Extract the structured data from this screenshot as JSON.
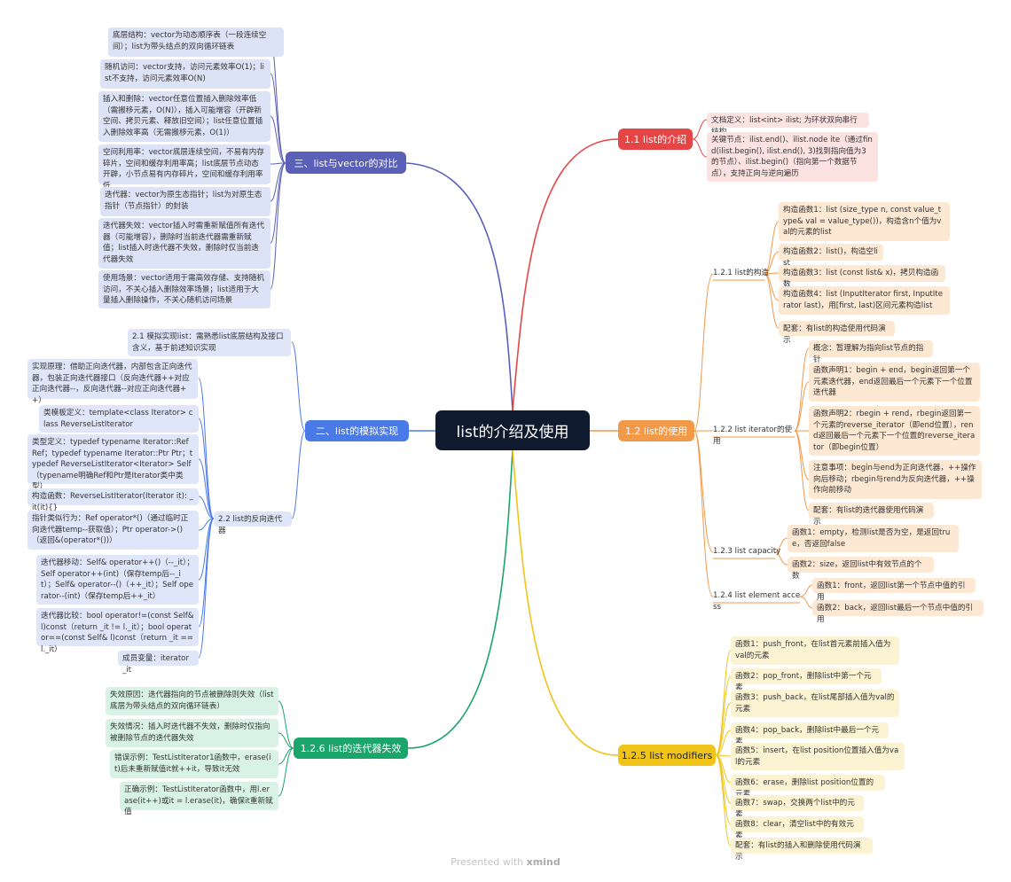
{
  "root": "list的介绍及使用",
  "footer": {
    "prefix": "Presented with",
    "brand": "xmind"
  },
  "colors": {
    "purple": "#5a5fb8",
    "blue": "#4a7ae8",
    "green": "#1aa56a",
    "red": "#e64545",
    "orange": "#f2994a",
    "yellow": "#f0c419",
    "root": "#0f1a2e"
  },
  "b3": {
    "title": "三、list与vector的对比",
    "items": [
      "底层结构：vector为动态顺序表（一段连续空间）；list为带头结点的双向循环链表",
      "随机访问：vector支持，访问元素效率O(1)；list不支持，访问元素效率O(N)",
      "插入和删除：vector任意位置插入删除效率低（需搬移元素，O(N)），插入可能增容（开辟新空间、拷贝元素、释放旧空间）；list任意位置插入删除效率高（无需搬移元素，O(1)）",
      "空间利用率：vector底层连续空间，不易有内存碎片，空间和缓存利用率高；list底层节点动态开辟，小节点易有内存碎片，空间和缓存利用率低",
      "迭代器：vector为原生态指针；list为对原生态指针（节点指针）的封装",
      "迭代器失效：vector插入时需重新赋值所有迭代器（可能增容），删除时当前迭代器需重新赋值；list插入时迭代器不失效，删除时仅当前迭代器失效",
      "使用场景：vector适用于需高效存储、支持随机访问，不关心插入删除效率场景；list适用于大量插入删除操作，不关心随机访问场景"
    ]
  },
  "b2": {
    "title": "二、list的模拟实现",
    "s1": "2.1 模拟实现list：需熟悉list底层结构及接口含义，基于前述知识实现",
    "s2": {
      "label": "2.2 list的反向迭代器",
      "items": [
        "实现原理：借助正向迭代器，内部包含正向迭代器，包装正向迭代器接口（反向迭代器++对应正向迭代器--，反向迭代器--对应正向迭代器++）",
        "类模板定义：template<class Iterator> class ReverseListIterator",
        "类型定义：typedef typename Iterator::Ref Ref；typedef typename Iterator::Ptr Ptr；typedef ReverseListIterator<Iterator> Self（typename明确Ref和Ptr是Iterator类中类型）",
        "构造函数：ReverseListIterator(Iterator it): _it(it){}",
        "指针类似行为：Ref operator*()（通过临时正向迭代器temp--获取值）；Ptr operator->()（返回&(operator*())）",
        "迭代器移动：Self& operator++()（--_it）；Self operator++(int)（保存temp后--_it）；Self& operator--()（++_it）；Self operator--(int)（保存temp后++_it）",
        "迭代器比较：bool operator!=(const Self& l)const（return _it != l._it）；bool operator==(const Self& l)const（return _it == l._it）",
        "成员变量：iterator _it"
      ]
    }
  },
  "b6": {
    "title": "1.2.6 list的迭代器失效",
    "items": [
      "失效原因：迭代器指向的节点被删除则失效（list底层为带头结点的双向循环链表）",
      "失效情况：插入时迭代器不失效，删除时仅指向被删除节点的迭代器失效",
      "错误示例：TestListIterator1函数中，erase(it)后未重新赋值it就++it，导致it无效",
      "正确示例：TestListIterator函数中，用l.erase(it++)或it = l.erase(it)，确保it重新赋值"
    ]
  },
  "b1": {
    "title": "1.1 list的介绍",
    "items": [
      "文档定义：list<int> ilist; 为环状双向串行结构",
      "关键节点：ilist.end()、ilist.node ite（通过find(ilist.begin(), ilist.end(), 3)找到指向值为3的节点）、ilist.begin()（指向第一个数据节点），支持正向与逆向遍历"
    ]
  },
  "b12": {
    "title": "1.2 list的使用",
    "s1": {
      "label": "1.2.1 list的构造",
      "items": [
        "构造函数1：list (size_type n, const value_type& val = value_type())，构造含n个值为val的元素的list",
        "构造函数2：list()，构造空list",
        "构造函数3：list (const list& x)，拷贝构造函数",
        "构造函数4：list (InputIterator first, InputIterator last)，用[first, last)区间元素构造list",
        "配套：有list的构造使用代码演示"
      ]
    },
    "s2": {
      "label": "1.2.2 list iterator的使用",
      "items": [
        "概念：暂理解为指向list节点的指针",
        "函数声明1：begin + end，begin返回第一个元素迭代器，end返回最后一个元素下一个位置迭代器",
        "函数声明2：rbegin + rend，rbegin返回第一个元素的reverse_iterator（即end位置），rend返回最后一个元素下一个位置的reverse_iterator（即begin位置）",
        "注意事项：begin与end为正向迭代器，++操作向后移动；rbegin与rend为反向迭代器，++操作向前移动",
        "配套：有list的迭代器使用代码演示"
      ]
    },
    "s3": {
      "label": "1.2.3 list capacity",
      "items": [
        "函数1：empty，检测list是否为空，是返回true，否返回false",
        "函数2：size，返回list中有效节点的个数"
      ]
    },
    "s4": {
      "label": "1.2.4 list element access",
      "items": [
        "函数1：front，返回list第一个节点中值的引用",
        "函数2：back，返回list最后一个节点中值的引用"
      ]
    }
  },
  "b5": {
    "title": "1.2.5 list modifiers",
    "items": [
      "函数1：push_front，在list首元素前插入值为val的元素",
      "函数2：pop_front，删除list中第一个元素",
      "函数3：push_back，在list尾部插入值为val的元素",
      "函数4：pop_back，删除list中最后一个元素",
      "函数5：insert，在list position位置插入值为val的元素",
      "函数6：erase，删除list position位置的元素",
      "函数7：swap，交换两个list中的元素",
      "函数8：clear，清空list中的有效元素",
      "配套：有list的插入和删除使用代码演示"
    ]
  }
}
